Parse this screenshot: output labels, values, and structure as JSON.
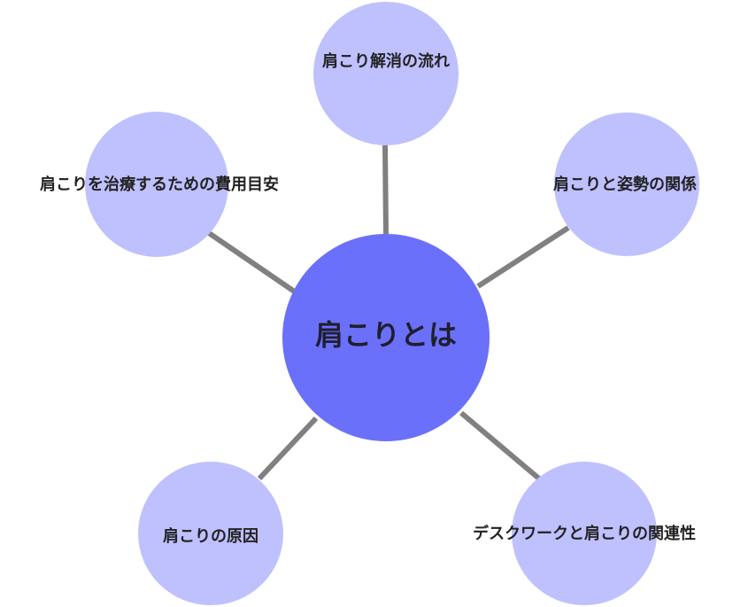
{
  "diagram": {
    "center": {
      "label": "肩こりとは"
    },
    "satellites": [
      {
        "id": "top",
        "label": "肩こり解消の流れ"
      },
      {
        "id": "upper-right",
        "label": "肩こりと姿勢の関係"
      },
      {
        "id": "lower-right",
        "label": "デスクワークと肩こりの関連性"
      },
      {
        "id": "lower-left",
        "label": "肩こりの原因"
      },
      {
        "id": "upper-left",
        "label": "肩こりを治療するための費用目安"
      }
    ],
    "colors": {
      "center_fill": "#6b70fa",
      "satellite_fill": "#bfc0fe",
      "connector": "#808080",
      "text": "#222222"
    }
  }
}
